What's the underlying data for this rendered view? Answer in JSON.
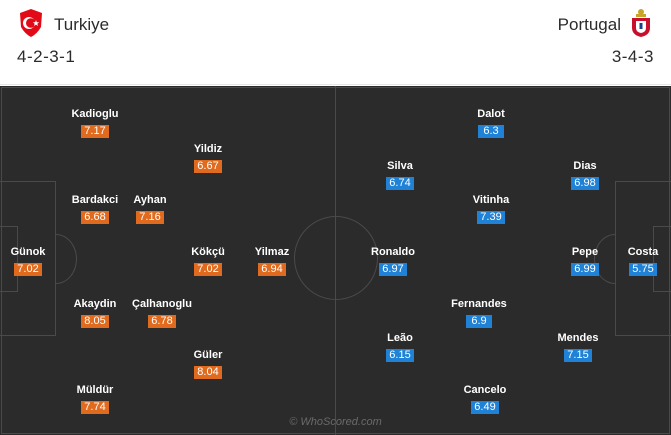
{
  "home": {
    "name": "Turkiye",
    "formation": "4-2-3-1",
    "color": "#e06b1f"
  },
  "away": {
    "name": "Portugal",
    "formation": "3-4-3",
    "color": "#1f82d6"
  },
  "home_players": [
    {
      "name": "Günok",
      "rating": "7.02"
    },
    {
      "name": "Kadioglu",
      "rating": "7.17"
    },
    {
      "name": "Bardakci",
      "rating": "6.68"
    },
    {
      "name": "Akaydin",
      "rating": "8.05"
    },
    {
      "name": "Müldür",
      "rating": "7.74"
    },
    {
      "name": "Ayhan",
      "rating": "7.16"
    },
    {
      "name": "Çalhanoglu",
      "rating": "6.78"
    },
    {
      "name": "Yildiz",
      "rating": "6.67"
    },
    {
      "name": "Kökçü",
      "rating": "7.02"
    },
    {
      "name": "Güler",
      "rating": "8.04"
    },
    {
      "name": "Yilmaz",
      "rating": "6.94"
    }
  ],
  "away_players": [
    {
      "name": "Costa",
      "rating": "5.75"
    },
    {
      "name": "Dias",
      "rating": "6.98"
    },
    {
      "name": "Pepe",
      "rating": "6.99"
    },
    {
      "name": "Mendes",
      "rating": "7.15"
    },
    {
      "name": "Dalot",
      "rating": "6.3"
    },
    {
      "name": "Vitinha",
      "rating": "7.39"
    },
    {
      "name": "Fernandes",
      "rating": "6.9"
    },
    {
      "name": "Cancelo",
      "rating": "6.49"
    },
    {
      "name": "Silva",
      "rating": "6.74"
    },
    {
      "name": "Ronaldo",
      "rating": "6.97"
    },
    {
      "name": "Leão",
      "rating": "6.15"
    }
  ],
  "watermark": "© WhoScored.com"
}
